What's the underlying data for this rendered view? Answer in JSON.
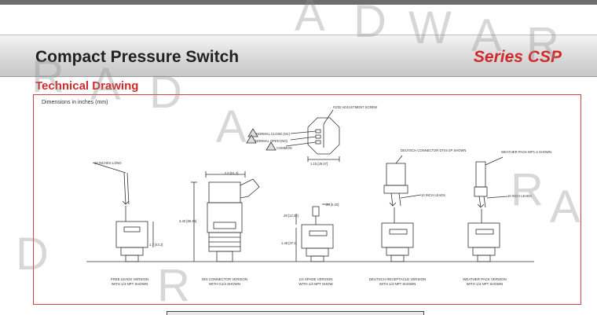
{
  "header": {
    "title": "Compact Pressure Switch",
    "series": "Series CSP"
  },
  "section": {
    "title": "Technical Drawing",
    "dimensions_note": "Dimensions in inches (mm)"
  },
  "callouts": {
    "adjustment_screw": "#2/32 ADJUSTMENT SCREW",
    "normal_close": "NORMAL CLOSE (NC)",
    "normal_open": "NORMAL OPEN (NO)",
    "common": "COMMON",
    "dim_top": "1.15 [29.37]",
    "leads_long": "18 INCHES LONG",
    "dim_din_width": "2.0 [51.3]",
    "dim_din_height": "3.40 [86.36]",
    "dim_body": "1.7 [43.2]",
    "dim_spade_w": ".24 [6.20]",
    "dim_spade_h": ".48 [12.32]",
    "dim_spade_body": "1.46 [37.1]",
    "deutsch_connector": "DEUTSCH CONNECTOR DT04-2P SHOWN",
    "deutsch_leads": "10 INCH LEADS",
    "weather_pack": "WEATHER PACK WP1-2 SHOWN",
    "weather_leads": "10 INCH LEADS"
  },
  "captions": {
    "v1": [
      "FREE LEADS VERSION",
      "WITH 1/4 NPT SHOWN"
    ],
    "v2": [
      "DIN CONNECTOR VERSION",
      "WITH G1/4 SHOWN"
    ],
    "v3": [
      "1/4 SPADE VERSION",
      "WITH 1/4 NPT SHOW"
    ],
    "v4": [
      "DEUTSCH RECEPTACLE VERSION",
      "WITH 1/4 NPT SHOWN"
    ],
    "v5": [
      "WEATHER PACK VERSION",
      "WITH 1/4 NPT SHOWN"
    ]
  },
  "colors": {
    "accent": "#d12a2a",
    "header_bg": "#d9d9d9",
    "frame_border": "#d54040"
  }
}
